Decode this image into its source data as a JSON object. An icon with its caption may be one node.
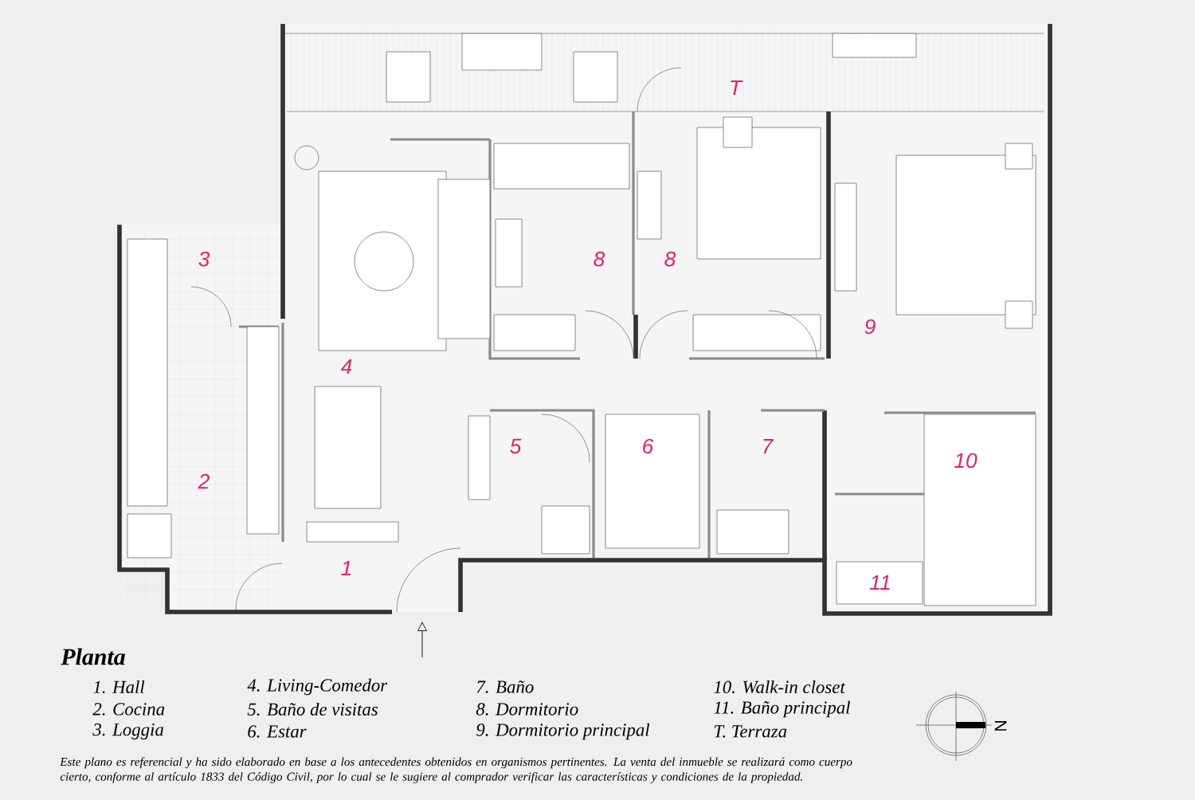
{
  "diagram": {
    "title": "Planta",
    "labels": [
      "T",
      "3",
      "8",
      "8",
      "9",
      "4",
      "5",
      "6",
      "7",
      "10",
      "2",
      "1",
      "11",
      "1. Hall",
      "4. Living-Comedor",
      "7. Baño",
      "10. Walk-in closet",
      "2. Cocina",
      "5. Baño de visitas",
      "8. Dormitorio",
      "11. Baño principal",
      "3. Loggia",
      "6. Estar",
      "9. Dormitorio principal",
      "T. Terraza",
      "N",
      "Este plano es referencial y ha sido elaborado en base a los antecedentes obtenidos en organismos pertinentes.  La venta del inmueble se realizará como cuerpo cierto, conforme al artículo 1833 del Código Civil, por lo cual se le sugiere al comprador verificar las características y condiciones de la propiedad."
    ]
  }
}
